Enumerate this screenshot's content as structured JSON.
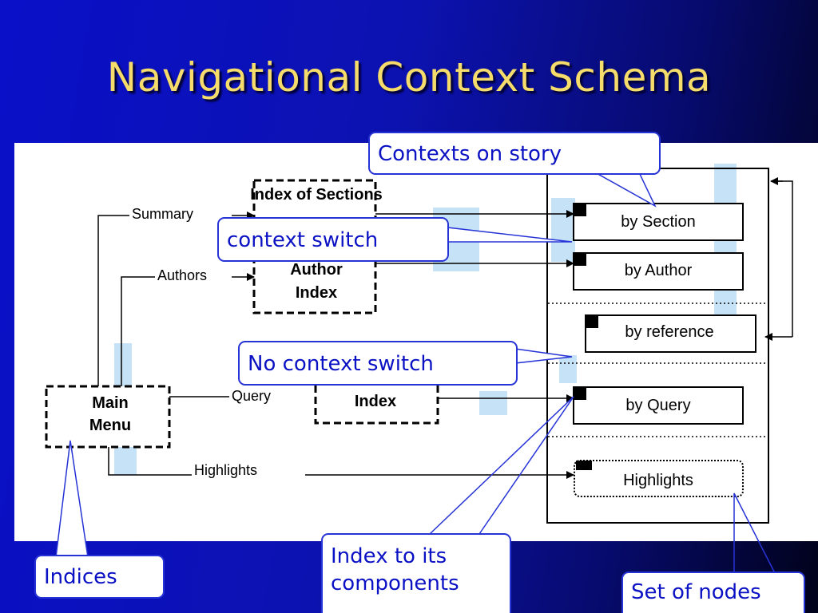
{
  "title": "Navigational Context Schema",
  "diagram": {
    "nodes": {
      "index_of_sections": "Index of Sections",
      "author_index": [
        "Author",
        "Index"
      ],
      "main_menu": [
        "Main",
        "Menu"
      ],
      "query_index": "Index"
    },
    "edges": {
      "summary": "Summary",
      "authors": "Authors",
      "query": "Query",
      "highlights": "Highlights"
    },
    "contexts": {
      "by_section": "by Section",
      "by_author": "by Author",
      "by_reference": "by reference",
      "by_query": "by Query",
      "highlights": "Highlights"
    }
  },
  "callouts": {
    "contexts_on_story": "Contexts on story",
    "context_switch": "context switch",
    "no_context_switch": "No context switch",
    "indices": "Indices",
    "index_to_components": [
      "Index to its",
      "components"
    ],
    "set_of_nodes": "Set of nodes"
  },
  "colors": {
    "title": "#f6dc6a",
    "callout_text": "#0b12c4",
    "callout_border": "#2633d6",
    "highlight_band": "#c6e2f6"
  }
}
